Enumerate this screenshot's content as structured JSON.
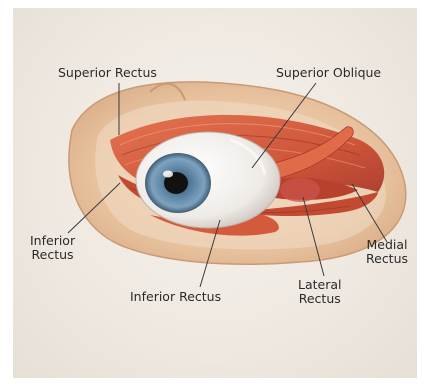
{
  "labels": {
    "superior_rectus": "Superior Rectus",
    "superior_oblique": "Superior Oblique",
    "inferior_rectus_left_line1": "Inferior",
    "inferior_rectus_left_line2": "Rectus",
    "inferior_rectus_bottom": "Inferior Rectus",
    "lateral_rectus_line1": "Lateral",
    "lateral_rectus_line2": "Rectus",
    "medial_rectus_line1": "Medial",
    "medial_rectus_line2": "Rectus"
  },
  "colors": {
    "background": "#eee8e0",
    "muscle": "#d45a3c",
    "muscle_dark": "#a8362a",
    "orbit": "#e9c7a6",
    "sclera": "#f4f1ee",
    "iris": "#5f89a8",
    "pupil": "#111111",
    "leader_line": "#3a3a3a"
  }
}
